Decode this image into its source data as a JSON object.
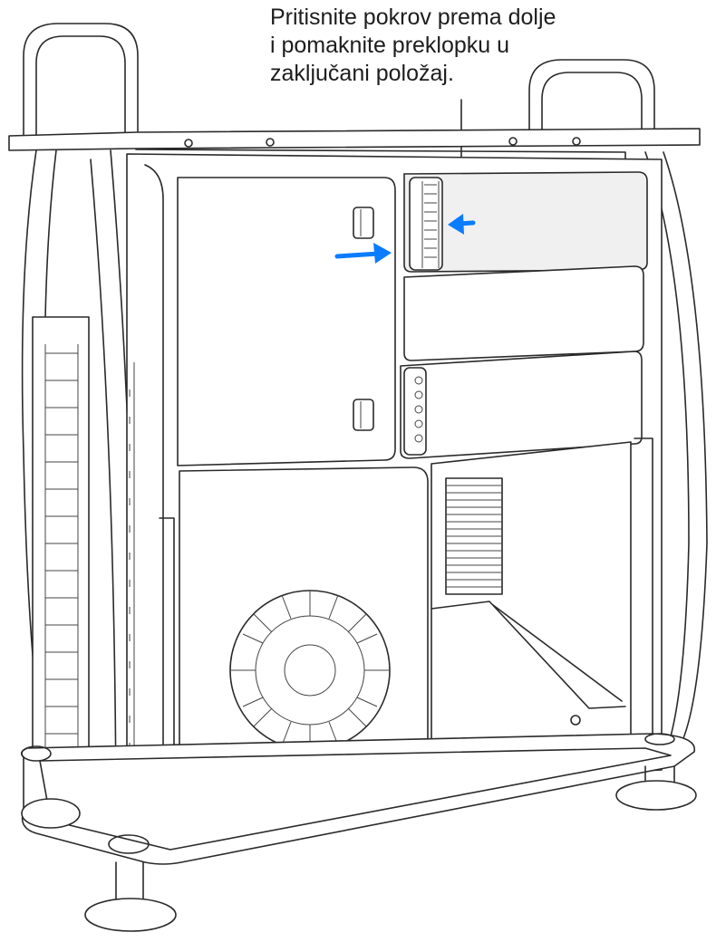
{
  "callout": {
    "lines": [
      "Pritisnite pokrov prema dolje",
      "i pomaknite preklopku u",
      "zaključani položaj."
    ]
  },
  "colors": {
    "arrow": "#0a7cff",
    "line": "#2a2a2a",
    "highlight": "#f0f0f0"
  },
  "icons": {
    "push_arrow": "arrow-right-icon",
    "slide_arrow": "arrow-left-icon"
  }
}
